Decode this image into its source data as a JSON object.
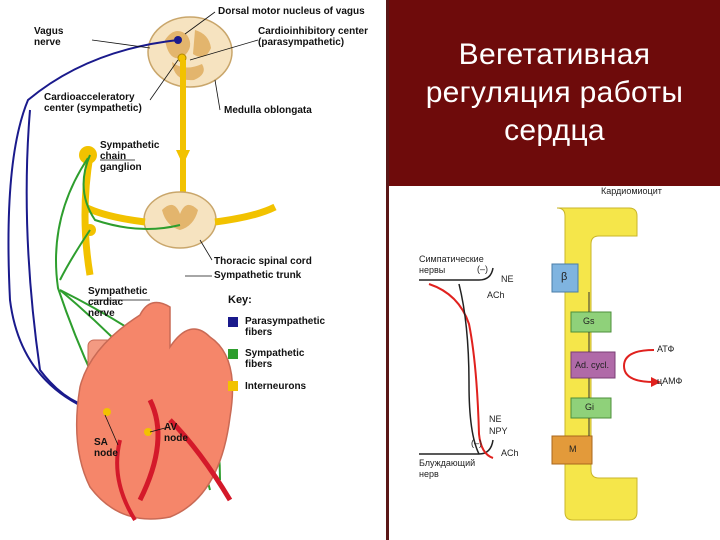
{
  "slide": {
    "title": "Вегетативная\nрегуляция работы\nсердца"
  },
  "anatomy": {
    "labels": {
      "vagus_nerve": "Vagus\nnerve",
      "dorsal_motor": "Dorsal motor nucleus of vagus",
      "cardioinhibitory": "Cardioinhibitory center\n(parasympathetic)",
      "cardioacceleratory": "Cardioacceleratory\ncenter (sympathetic)",
      "medulla": "Medulla oblongata",
      "sympathetic_chain": "Sympathetic\nchain\nganglion",
      "thoracic_cord": "Thoracic spinal cord",
      "sympathetic_trunk": "Sympathetic trunk",
      "sympathetic_cardiac_nerve": "Sympathetic\ncardiac\nnerve",
      "sa_node": "SA\nnode",
      "av_node": "AV\nnode"
    },
    "key": {
      "title": "Key:",
      "items": [
        {
          "label": "Parasympathetic\nfibers",
          "color": "#1a1a8c"
        },
        {
          "label": "Sympathetic\nfibers",
          "color": "#2e9e2e"
        },
        {
          "label": "Interneurons",
          "color": "#f2c200"
        }
      ]
    }
  },
  "cell_diagram": {
    "labels": {
      "cardiomyocyte": "Кардиомиоцит",
      "sympathetic_nerves": "Симпатические\nнервы",
      "minus_top": "(–)",
      "ne_top": "NE",
      "ach_top": "ACh",
      "ne_bottom": "NE",
      "npy": "NPY",
      "minus_bottom": "(–)",
      "ach_bottom": "ACh",
      "vagus": "Блуждающий\nнерв",
      "atf": "АТФ",
      "camf": "цАМФ"
    },
    "boxes": {
      "beta": "β",
      "gs": "Gs",
      "adcycl": "Ad. cycl.",
      "gi": "Gi",
      "m": "M"
    },
    "colors": {
      "membrane": "#f5e64a",
      "receptor": "#7fb4e0",
      "gprotein": "#8fd17a",
      "enzyme": "#b06aa8",
      "arrow": "#e0211e"
    }
  }
}
